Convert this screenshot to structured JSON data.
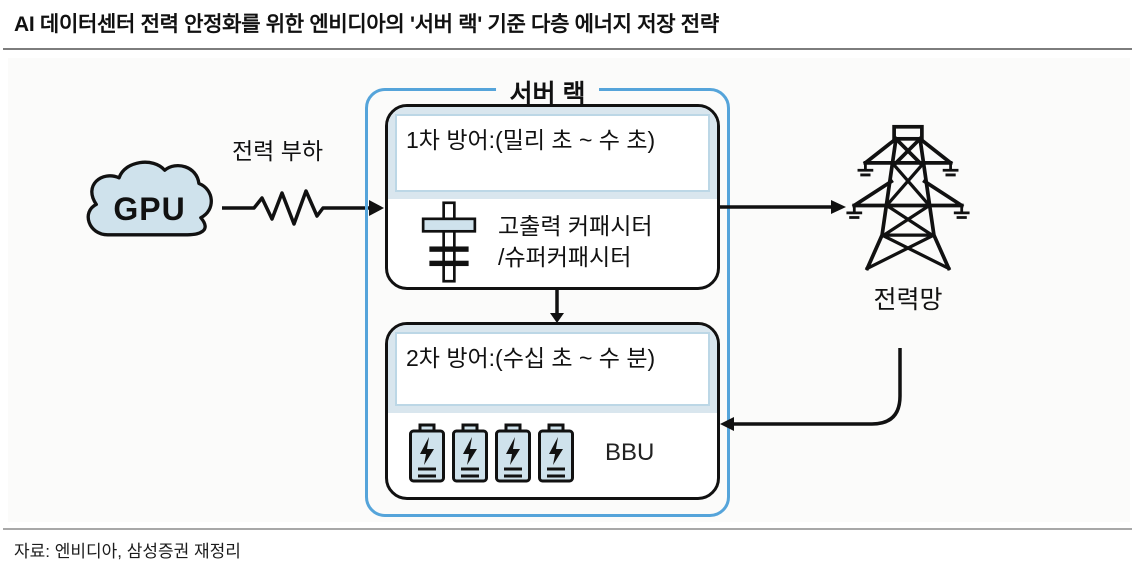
{
  "title": "AI 데이터센터 전력 안정화를 위한 엔비디아의 '서버 랙' 기준 다층 에너지 저장 전략",
  "source_note": "자료: 엔비디아, 삼성증권 재정리",
  "diagram": {
    "gpu": {
      "label": "GPU",
      "icon": "cloud-icon"
    },
    "power_load": {
      "label": "전력 부하",
      "icon": "zigzag-wave-arrow-icon"
    },
    "server_rack": {
      "title": "서버 랙",
      "defense1": {
        "header": "1차 방어:(밀리 초 ~ 수 초)",
        "component_line1": "고출력 커패시터",
        "component_line2": "/슈퍼커패시터",
        "icon": "capacitor-icon"
      },
      "defense2": {
        "header": "2차 방어:(수십 초 ~ 수 분)",
        "component": "BBU",
        "icon": "battery-icon",
        "battery_count": 4
      }
    },
    "power_grid": {
      "label": "전력망",
      "icon": "transmission-tower-icon"
    }
  },
  "colors": {
    "ink": "#111111",
    "accent": "#55a4da",
    "lite": "#cfe2ec",
    "band": "#d9e6ee",
    "inset_border": "#bcd7e6",
    "diagram_bg": "#fbfbfa",
    "rule_dark": "#7d7d7d",
    "rule_light": "#a8a8a8"
  }
}
